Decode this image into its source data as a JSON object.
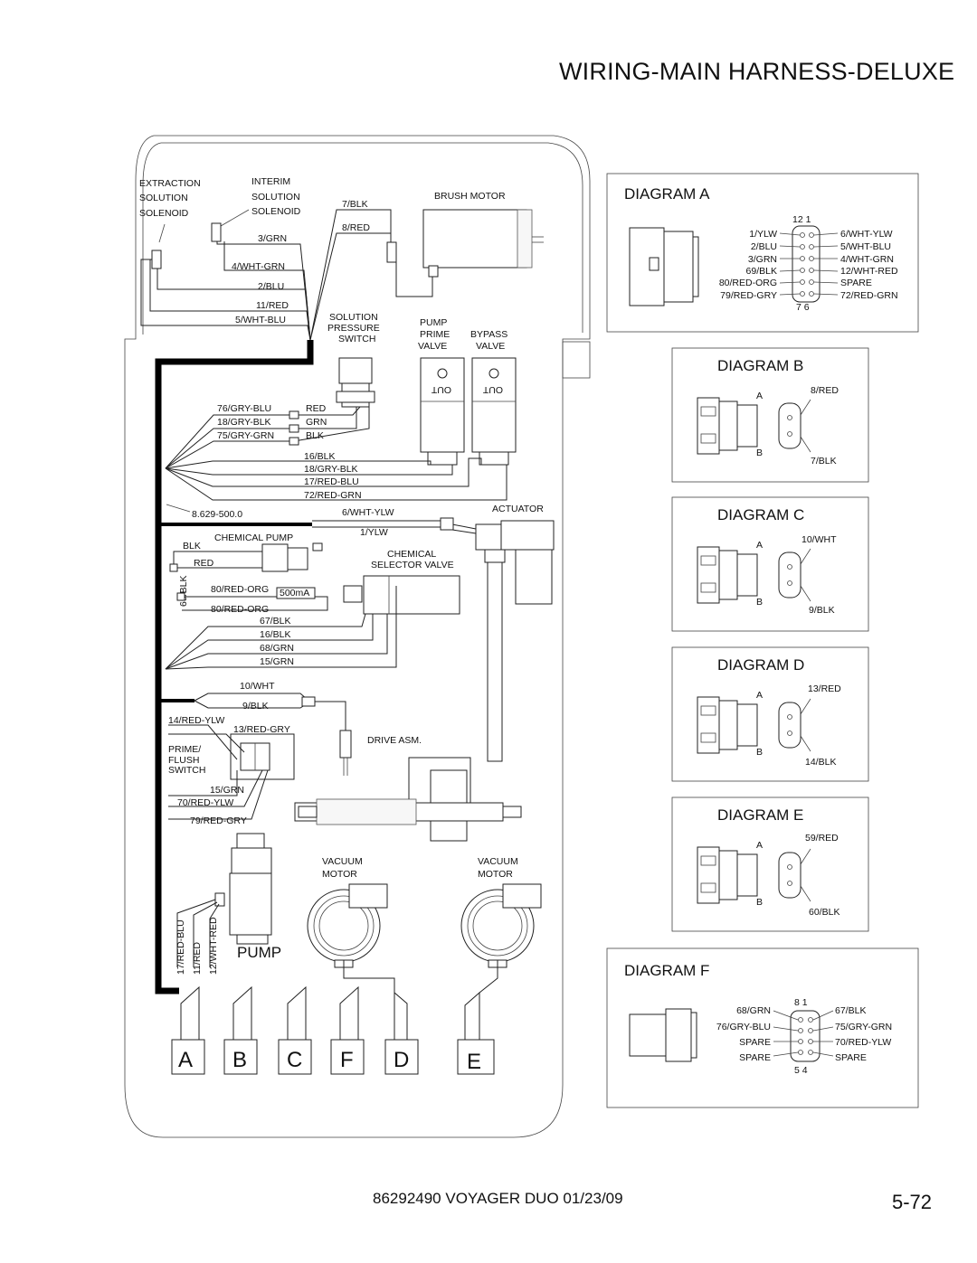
{
  "page": {
    "title": "WIRING-MAIN HARNESS-DELUXE",
    "doc_ref": "86292490 VOYAGER DUO 01/23/09",
    "page_number": "5-72"
  },
  "components": {
    "extraction_solenoid": [
      "EXTRACTION",
      "SOLUTION",
      "SOLENOID"
    ],
    "interim_solenoid": [
      "INTERIM",
      "SOLUTION",
      "SOLENOID"
    ],
    "brush_motor": "BRUSH MOTOR",
    "pressure_switch": [
      "SOLUTION",
      "PRESSURE",
      "SWITCH"
    ],
    "pump_prime_valve": [
      "PUMP",
      "PRIME",
      "VALVE"
    ],
    "bypass_valve": [
      "BYPASS",
      "VALVE"
    ],
    "valve_out_label": "OUT",
    "actuator": "ACTUATOR",
    "chemical_pump": "CHEMICAL PUMP",
    "chemical_selector_valve": [
      "CHEMICAL",
      "SELECTOR VALVE"
    ],
    "fuse": "500mA",
    "drive_asm": "DRIVE ASM.",
    "prime_flush_switch": [
      "PRIME/",
      "FLUSH",
      "SWITCH"
    ],
    "vacuum_motor": [
      "VACUUM",
      "MOTOR"
    ],
    "pump": "PUMP",
    "harness_part_no": "8.629-500.0"
  },
  "wires": {
    "top": [
      "7/BLK",
      "8/RED",
      "3/GRN",
      "4/WHT-GRN",
      "2/BLU",
      "11/RED",
      "5/WHT-BLU"
    ],
    "switch_group": [
      "76/GRY-BLU",
      "18/GRY-BLK",
      "75/GRY-GRN"
    ],
    "switch_colors": [
      "RED",
      "GRN",
      "BLK"
    ],
    "valve_group": [
      "16/BLK",
      "18/GRY-BLK",
      "17/RED-BLU",
      "72/RED-GRN"
    ],
    "actuator": [
      "6/WHT-YLW",
      "1/YLW"
    ],
    "chem_pump": [
      "BLK",
      "RED",
      "69/BLK",
      "80/RED-ORG",
      "80/RED-ORG"
    ],
    "chem_valve": [
      "67/BLK",
      "16/BLK",
      "68/GRN",
      "15/GRN"
    ],
    "drive": [
      "10/WHT",
      "9/BLK"
    ],
    "switch": [
      "14/RED-YLW",
      "13/RED-GRY",
      "15/GRN",
      "70/RED-YLW",
      "79/RED-GRY"
    ],
    "pump": [
      "17/RED-BLU",
      "11/RED",
      "12/WHT-RED"
    ]
  },
  "connectors": [
    "A",
    "B",
    "C",
    "F",
    "D",
    "E"
  ],
  "diagrams": {
    "a": {
      "title": "DIAGRAM A",
      "pin_top": "12   1",
      "pin_bottom": "7   6",
      "left": [
        "1/YLW",
        "2/BLU",
        "3/GRN",
        "69/BLK",
        "80/RED-ORG",
        "79/RED-GRY"
      ],
      "right": [
        "6/WHT-YLW",
        "5/WHT-BLU",
        "4/WHT-GRN",
        "12/WHT-RED",
        "SPARE",
        "72/RED-GRN"
      ]
    },
    "b": {
      "title": "DIAGRAM B",
      "pin_a": "A",
      "pin_b": "B",
      "wire_a": "8/RED",
      "wire_b": "7/BLK"
    },
    "c": {
      "title": "DIAGRAM C",
      "pin_a": "A",
      "pin_b": "B",
      "wire_a": "10/WHT",
      "wire_b": "9/BLK"
    },
    "d": {
      "title": "DIAGRAM D",
      "pin_a": "A",
      "pin_b": "B",
      "wire_a": "13/RED",
      "wire_b": "14/BLK"
    },
    "e": {
      "title": "DIAGRAM E",
      "pin_a": "A",
      "pin_b": "B",
      "wire_a": "59/RED",
      "wire_b": "60/BLK"
    },
    "f": {
      "title": "DIAGRAM F",
      "pin_top": "8  1",
      "pin_bottom": "5  4",
      "left": [
        "68/GRN",
        "76/GRY-BLU",
        "SPARE",
        "SPARE"
      ],
      "right": [
        "67/BLK",
        "75/GRY-GRN",
        "70/RED-YLW",
        "SPARE"
      ]
    }
  }
}
